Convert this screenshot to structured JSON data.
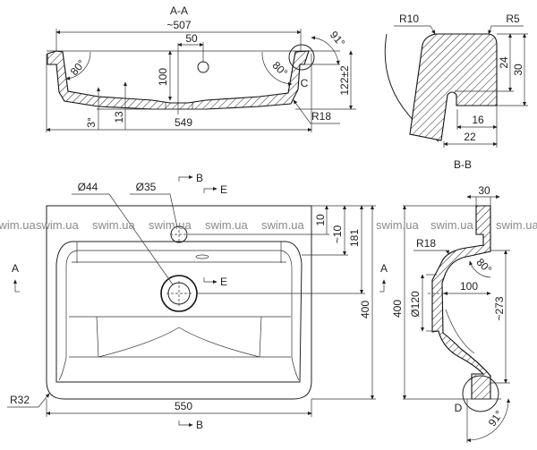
{
  "section_aa": {
    "title": "A-A",
    "width_top": "~507",
    "tap_offset": "50",
    "depth": "100",
    "angle_left": "80°",
    "angle_right": "80°",
    "angle_rim": "91°",
    "height": "122±2",
    "radius": "R18",
    "slope": "3°",
    "bottom_thickness": "13",
    "width_bottom": "549",
    "detail_label": "C"
  },
  "section_bb": {
    "title": "B-B",
    "radius_left": "R10",
    "radius_right": "R5",
    "height_inner": "24",
    "height_total": "30",
    "width_inner": "16",
    "width_total": "22"
  },
  "plan": {
    "drain_diameter": "Ø44",
    "tap_diameter": "Ø35",
    "cut_b_top": "B",
    "cut_e_top": "E",
    "cut_e_mid": "E",
    "cut_a_left": "A",
    "cut_b_bottom": "B",
    "dim_tap_a": "10",
    "dim_tap_b": "~10",
    "dim_drain": "181",
    "depth": "400",
    "width": "550",
    "corner_radius": "R32"
  },
  "side": {
    "rim_width": "30",
    "radius": "R18",
    "angle_top": "80°",
    "drain_offset": "100",
    "drain_diameter": "Ø120",
    "depth": "400",
    "bowl_height": "~273",
    "detail_label": "D",
    "angle_bottom": "91°",
    "cut_a_label": "A"
  },
  "watermarks": [
    "swim.ua",
    "swim.ua",
    "swim.ua",
    "swim.ua",
    "swim.ua",
    "swim.ua",
    "swim.ua",
    "swim.ua",
    "swim.ua"
  ]
}
